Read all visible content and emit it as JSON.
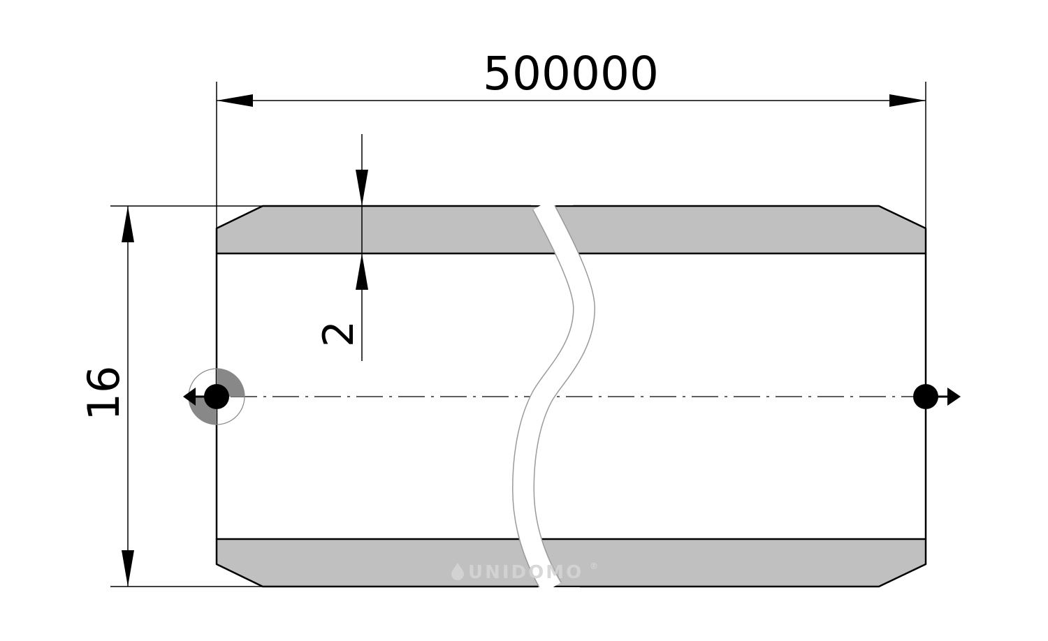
{
  "dimensions": {
    "length": "500000",
    "outer_diameter": "16",
    "wall_thickness": "2"
  },
  "watermark": {
    "text": "UNIDOMO",
    "mark": "®"
  },
  "colors": {
    "wall_fill": "#c0c0c0",
    "line": "#000000",
    "break_gap": "#ffffff",
    "watermark": "#d4d4d4"
  },
  "icons": [
    "flow-in-arrow-icon",
    "flow-out-arrow-icon",
    "water-drop-icon"
  ]
}
